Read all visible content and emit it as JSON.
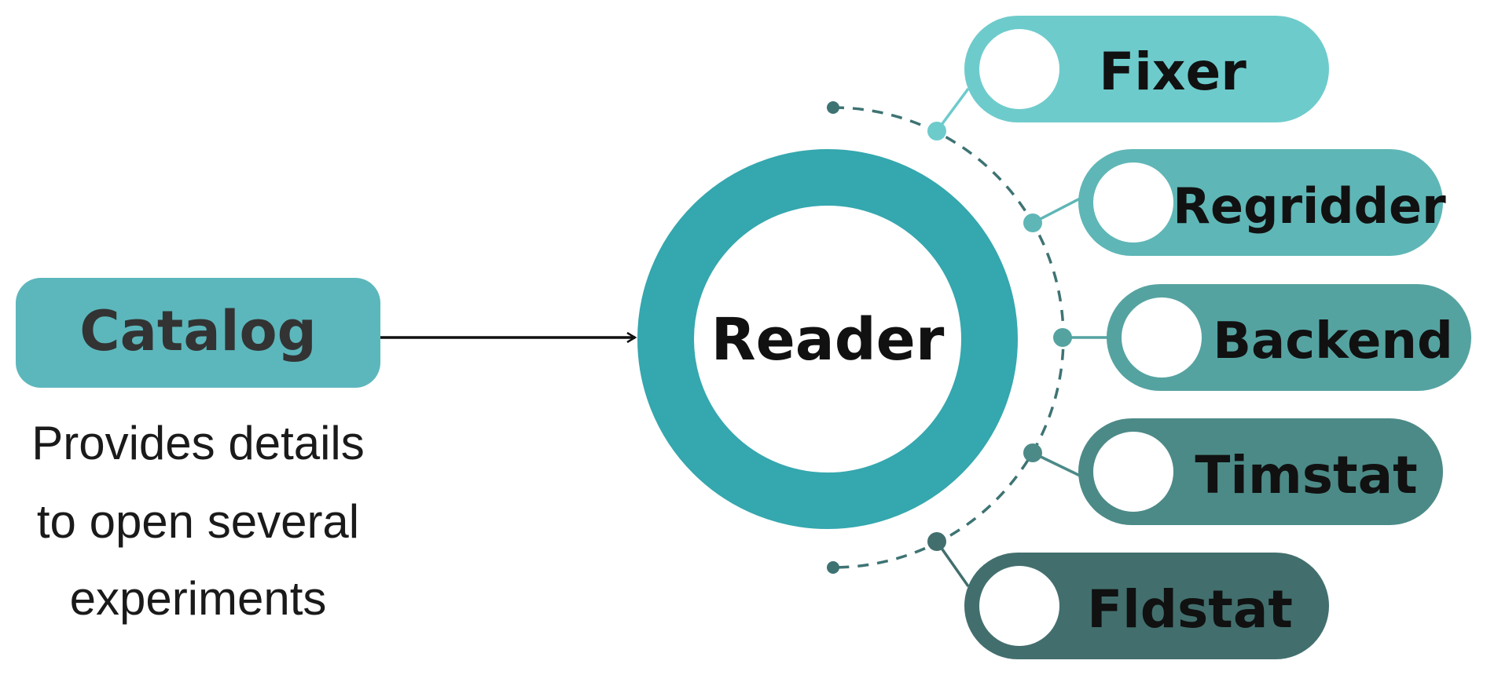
{
  "catalog": {
    "label": "Catalog",
    "description": [
      "Provides details",
      "to open several",
      "experiments"
    ]
  },
  "reader": {
    "label": "Reader"
  },
  "components": [
    {
      "label": "Fixer",
      "color": "#6ECBCC"
    },
    {
      "label": "Regridder",
      "color": "#5FB6B6"
    },
    {
      "label": "Backend",
      "color": "#55A3A1"
    },
    {
      "label": "Timstat",
      "color": "#4C8A87"
    },
    {
      "label": "Fldstat",
      "color": "#426F6D"
    }
  ],
  "colors": {
    "catalog_fill": "#5CB7BC",
    "reader_ring": "#35A7AE",
    "arc_dash": "#3E7373",
    "arrow": "#111111"
  }
}
